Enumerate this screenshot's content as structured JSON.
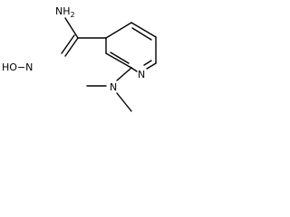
{
  "molecule": {
    "labels": {
      "amine": "NH",
      "amine_subscript": "2",
      "hydroxyimino": "HO",
      "hydroxyimino_link": "−N",
      "ring_nitrogen": "N",
      "dimethylamino": "N"
    },
    "colors": {
      "bond": "#000000",
      "text": "#000000",
      "background": "#ffffff"
    }
  }
}
